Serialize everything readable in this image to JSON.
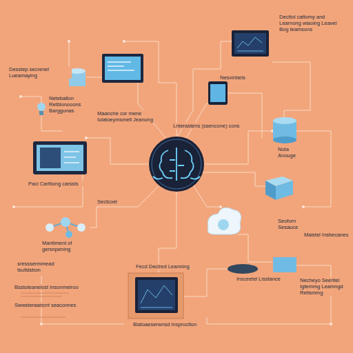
{
  "diagram": {
    "labels": [
      "Decttol cattomy and Learnong wlaoing Leavel Bog teamsons",
      "Desstep secrenel Lueamaying",
      "Neteballon Retblonooons Barggunas",
      "Nesvinbels",
      "Maanche cor mene Iulatoeymsmell Jeanung",
      "Lnterastens (ssencone) cons",
      "Nota Anouge",
      "Paci Carttiong carssls",
      "Sectcoel",
      "Seoforn Sesauce",
      "Maistel Insbecanes",
      "Mantiment of gersnpening",
      "sresssermmead tsulldsbon",
      "Insceetel Lisstance",
      "Fecd Decired Leanning",
      "Necheyo Seeritel Igtemmg Leamngd Retisming",
      "Bsstuteaneiost Insonmeiroo",
      "Swwsteraancnt seaconnes",
      "Blatoaeserwnsd Insproctlon"
    ]
  }
}
